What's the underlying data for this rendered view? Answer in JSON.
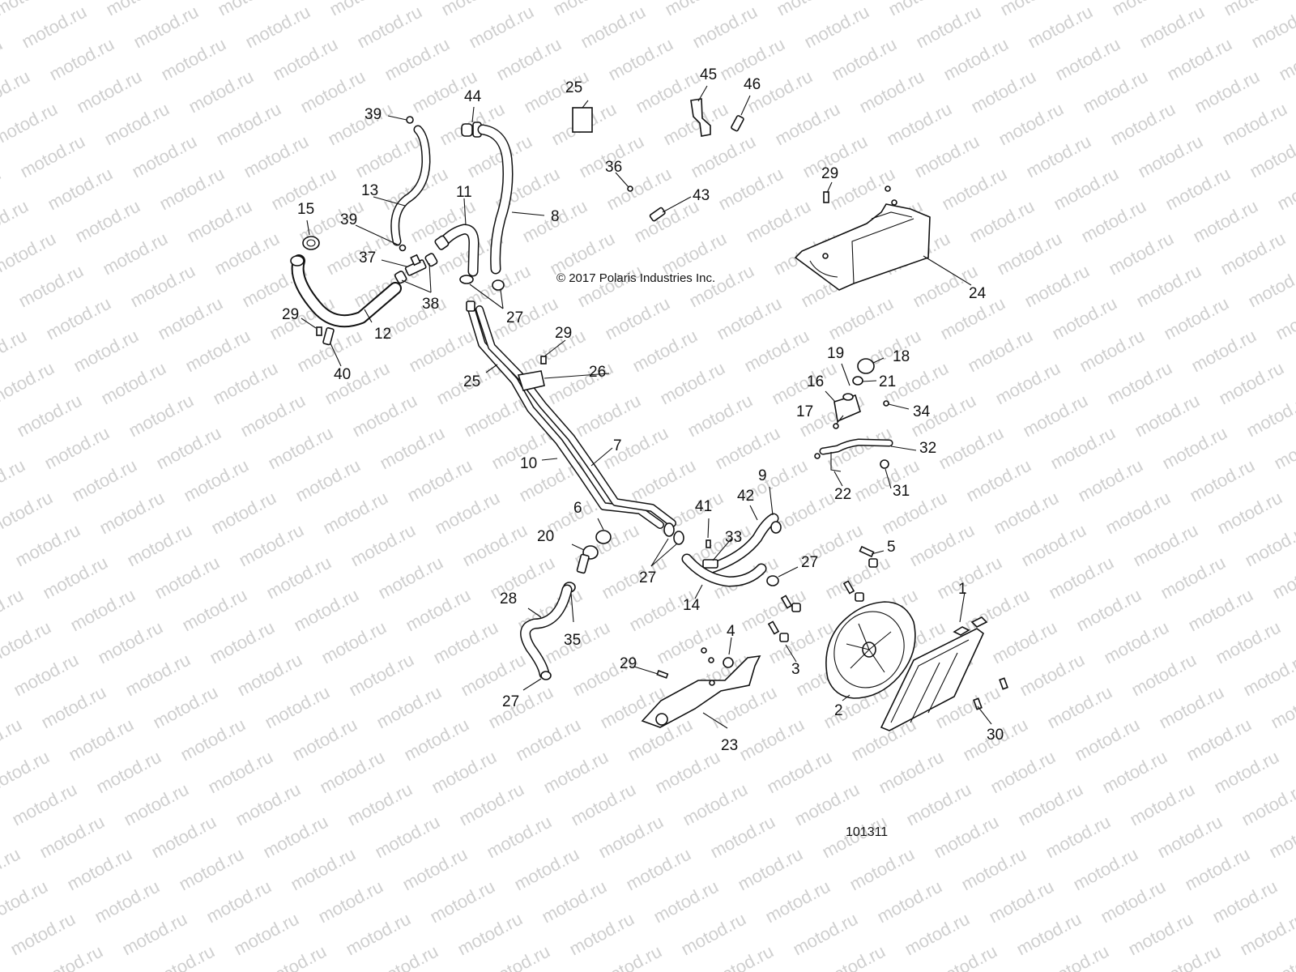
{
  "watermark": "motod.ru",
  "copyright": "© 2017 Polaris Industries Inc.",
  "diagram_id": "101311",
  "callouts": [
    "1",
    "2",
    "3",
    "4",
    "5",
    "6",
    "7",
    "8",
    "9",
    "10",
    "11",
    "12",
    "13",
    "14",
    "15",
    "16",
    "17",
    "18",
    "19",
    "20",
    "21",
    "22",
    "23",
    "24",
    "25",
    "25",
    "26",
    "27",
    "27",
    "27",
    "27",
    "28",
    "29",
    "29",
    "29",
    "29",
    "30",
    "31",
    "32",
    "33",
    "34",
    "35",
    "36",
    "37",
    "38",
    "39",
    "39",
    "40",
    "41",
    "42",
    "43",
    "44",
    "45",
    "46"
  ]
}
